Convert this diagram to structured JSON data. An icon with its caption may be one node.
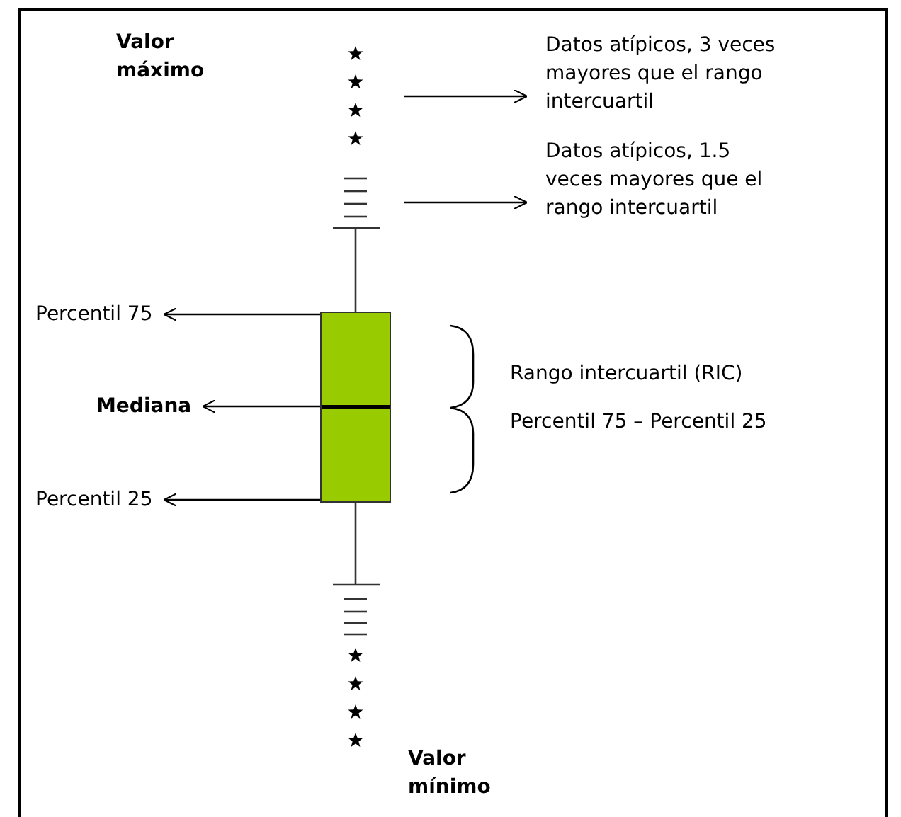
{
  "diagram": {
    "nodes": [
      {
        "text": [
          "Datos atípicos, 3 veces mayores que el rango intercuartil"
        ]
      },
      {
        "text": [
          "Datos atípicos, 1.5 veces mayores que el rango intercuartil"
        ]
      },
      {
        "text": [
          "Percentil 75"
        ]
      },
      {
        "text": [
          "Mediana"
        ]
      },
      {
        "text": [
          "Percentil 25"
        ]
      },
      {
        "text": [],
        "shape": "box"
      }
    ],
    "edges": [
      {
        "from": null,
        "to": 0,
        "arrow": "to"
      },
      {
        "from": null,
        "to": 1,
        "arrow": "to"
      },
      {
        "from": 5,
        "to": 2,
        "arrow": "to"
      },
      {
        "from": 5,
        "to": 3,
        "arrow": "to"
      },
      {
        "from": 5,
        "to": 4,
        "arrow": "to"
      }
    ],
    "labels": [
      "Valor máximo",
      "Rango intercuartil (RIC)",
      "Percentil 75 – Percentil 25",
      "Valor mínimo"
    ]
  }
}
